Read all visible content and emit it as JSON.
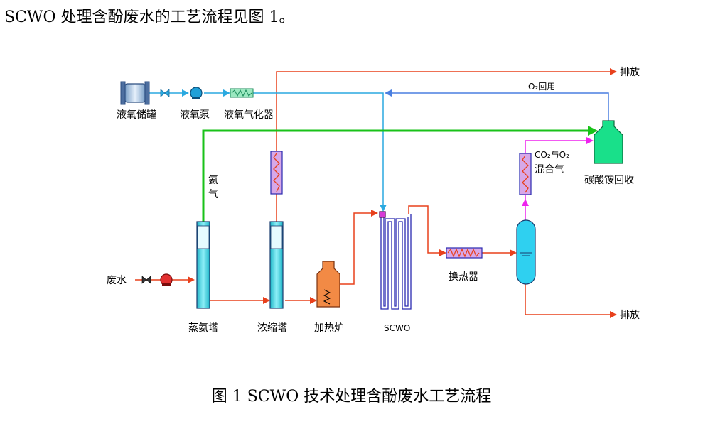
{
  "intro_text": "SCWO 处理含酚废水的工艺流程见图 1。",
  "caption": "图 1 SCWO 技术处理含酚废水工艺流程",
  "labels": {
    "lox_tank": "液氧储罐",
    "lox_pump": "液氧泵",
    "lox_vaporizer": "液氧气化器",
    "discharge_top": "排放",
    "o2_recycle": "O₂回用",
    "ammonia_vertical": "氨气",
    "co2_o2_line1": "CO₂与O₂",
    "co2_o2_line2": "混合气",
    "ammonium_recovery": "碳酸铵回收",
    "wastewater": "废水",
    "ammonia_stripper": "蒸氨塔",
    "concentrator": "浓缩塔",
    "heater": "加热炉",
    "scwo": "SCWO",
    "heat_exchanger": "换热器",
    "discharge_bottom": "排放"
  },
  "colors": {
    "red_line": "#e8401c",
    "blue_line": "#2aa9e0",
    "green_line": "#19c219",
    "magenta_line": "#ee22ee",
    "light_blue_line": "#4a7fe0"
  }
}
